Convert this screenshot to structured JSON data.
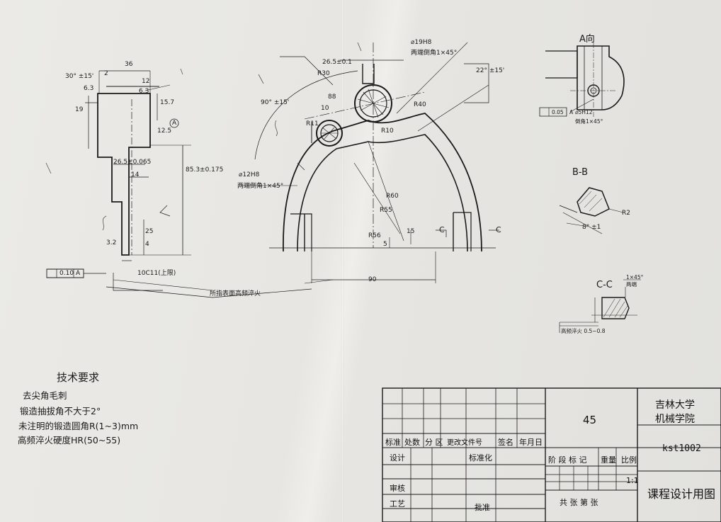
{
  "views": {
    "view_a": "A向",
    "view_bb": "B-B",
    "view_cc": "C-C",
    "section_c1": "C",
    "section_c2": "C"
  },
  "dimensions": {
    "d36": "36",
    "angle30": "30° ±15'",
    "d2": "2",
    "d12": "12",
    "d63a": "6.3",
    "d63b": "6.3",
    "d19": "19",
    "d157": "15.7",
    "d125": "12.5",
    "dA": "A",
    "d265": "26.5±0.065",
    "d14": "14",
    "d853": "85.3±0.175",
    "d25": "25",
    "d32": "3.2",
    "d4": "4",
    "d10c11": "10C11(上限)",
    "tol": "0.10",
    "tolref": "A",
    "hole19": "⌀19H8",
    "chamfer19": "两端倒角1×45°",
    "d265b": "26.5±0.1",
    "r30": "R30",
    "d88": "88",
    "d10": "10",
    "r11": "R11",
    "r40": "R40",
    "r10": "R10",
    "r60": "R60",
    "r55": "R55",
    "r56": "R56",
    "d15": "15",
    "d5": "5",
    "d90": "90",
    "angle90": "90° ±15'",
    "angle22": "22° ±15'",
    "hole12": "⌀12H8",
    "chamfer12": "两端倒角1×45°",
    "note_hardening": "所指表面高频淬火",
    "flatness": "0.05",
    "flatref": "A",
    "hole5": "⌀5H12",
    "chamfer5": "倒角1×45°",
    "r2": "R2",
    "angle8": "8° ±1",
    "cc_note": "1×45°",
    "cc_note2": "两端",
    "cc_bottom": "高频淬火 0.5~0.8"
  },
  "requirements": {
    "title": "技术要求",
    "items": [
      "去尖角毛刺",
      "锻造抽拔角不大于2°",
      "未注明的锻造圆角R(1~3)mm",
      "高频淬火硬度HR(50~55)"
    ]
  },
  "title_block": {
    "material": "45",
    "school": "吉林大学",
    "college": "机械学院",
    "drawing_no": "kst1002",
    "course": "课程设计用图",
    "scale": "1:1",
    "headers": [
      "标准",
      "处数",
      "分 区",
      "更改文件号",
      "签名",
      "年月日"
    ],
    "design": "设计",
    "standardize": "标准化",
    "review": "审核",
    "process": "工艺",
    "approve": "批准",
    "stage_labels": [
      "阶 段 标 记",
      "重量",
      "比例"
    ],
    "sheet": "共   张   第   张"
  }
}
